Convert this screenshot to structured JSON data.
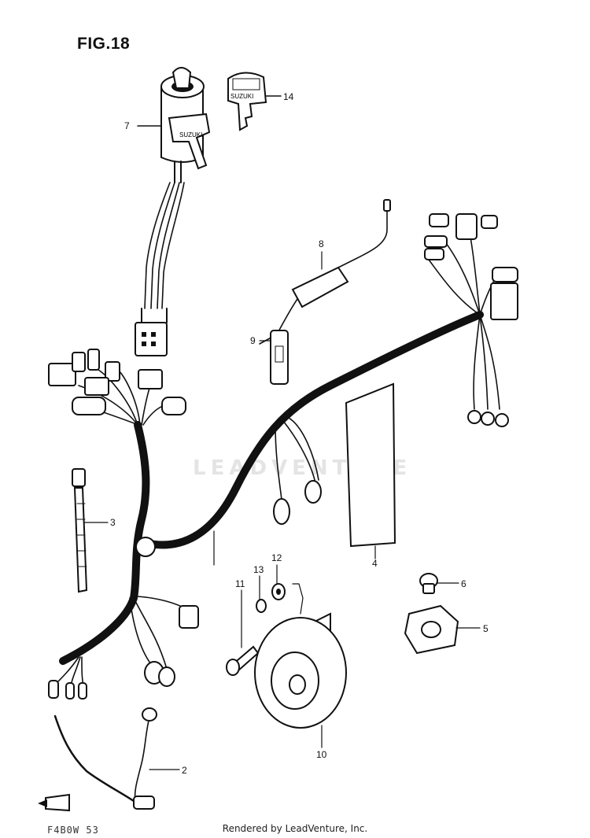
{
  "figure": {
    "title": "FIG.18",
    "code": "F4B0W 53",
    "watermark": "LEADVENTURE",
    "footer": "Rendered by LeadVenture, Inc."
  },
  "callouts": [
    {
      "id": "7",
      "part": "ignition-switch"
    },
    {
      "id": "14",
      "part": "key"
    },
    {
      "id": "8",
      "part": "fuse-holder"
    },
    {
      "id": "9",
      "part": "connector"
    },
    {
      "id": "3",
      "part": "cable-tie"
    },
    {
      "id": "4",
      "part": "pad"
    },
    {
      "id": "11",
      "part": "bolt"
    },
    {
      "id": "13",
      "part": "lock-washer"
    },
    {
      "id": "12",
      "part": "washer"
    },
    {
      "id": "6",
      "part": "bulb"
    },
    {
      "id": "5",
      "part": "flasher-relay"
    },
    {
      "id": "10",
      "part": "horn"
    },
    {
      "id": "2",
      "part": "sub-harness"
    }
  ]
}
